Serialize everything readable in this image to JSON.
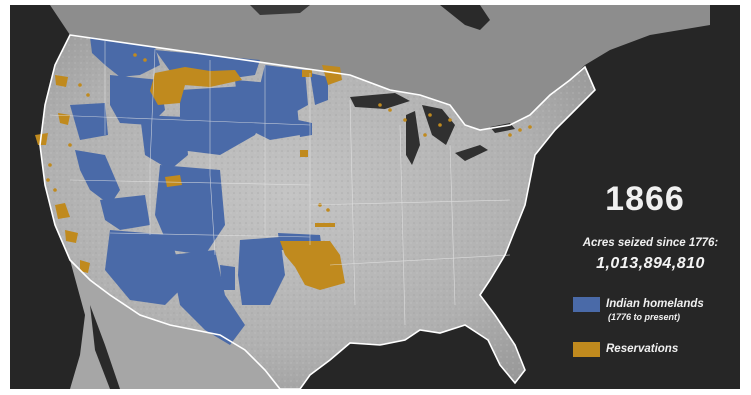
{
  "map": {
    "year": "1866",
    "acres_label": "Acres seized since 1776:",
    "acres_value": "1,013,894,810"
  },
  "legend": {
    "items": [
      {
        "label": "Indian homelands",
        "sublabel": "(1776 to present)",
        "color": "#4a6aa8"
      },
      {
        "label": "Reservations",
        "sublabel": "",
        "color": "#c08a1e"
      }
    ]
  },
  "colors": {
    "ocean": "#262626",
    "land": "#b9b9b9",
    "homelands": "#4a6aa8",
    "reservations": "#c08a1e",
    "borders": "#ffffff"
  }
}
